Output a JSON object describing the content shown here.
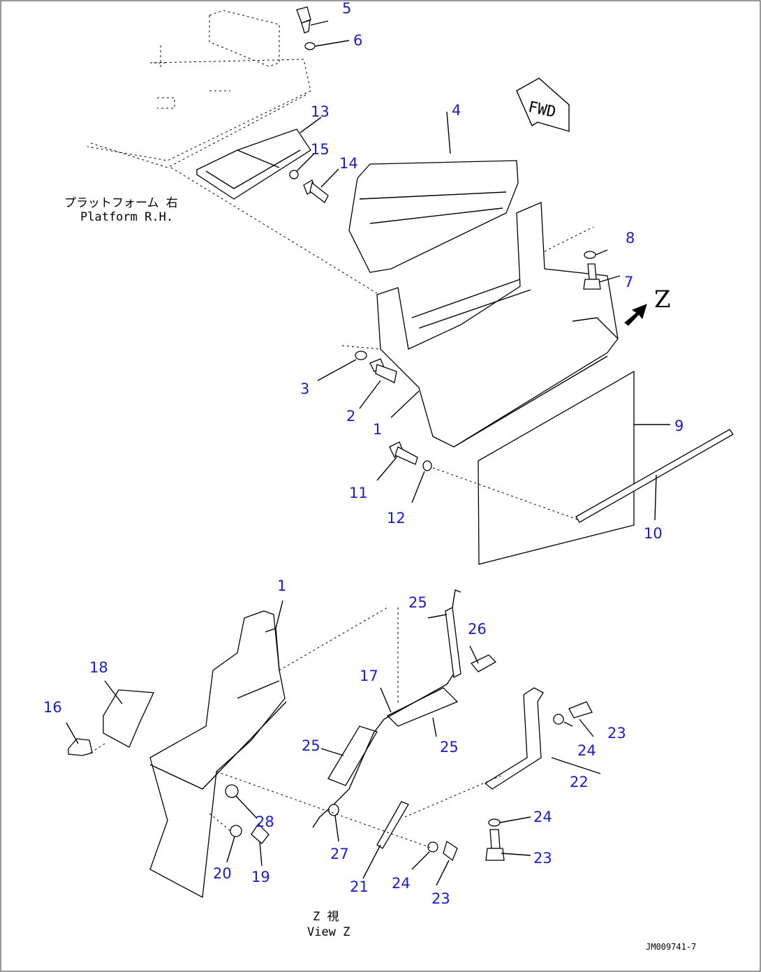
{
  "labels": {
    "n1a": "1",
    "n2": "2",
    "n3": "3",
    "n4": "4",
    "n5": "5",
    "n6": "6",
    "n7": "7",
    "n8": "8",
    "n9": "9",
    "n10": "10",
    "n11": "11",
    "n12": "12",
    "n13": "13",
    "n14": "14",
    "n15": "15",
    "n1b": "1",
    "n16": "16",
    "n17": "17",
    "n18": "18",
    "n19": "19",
    "n20": "20",
    "n21": "21",
    "n22": "22",
    "n23a": "23",
    "n23b": "23",
    "n23c": "23",
    "n24a": "24",
    "n24b": "24",
    "n24c": "24",
    "n25a": "25",
    "n25b": "25",
    "n25c": "25",
    "n26": "26",
    "n27": "27",
    "n28": "28"
  },
  "captions": {
    "platform_jp": "プラットフォーム 右",
    "platform_en": "Platform R.H.",
    "view_jp": "Z 視",
    "view_en": "View Z",
    "view_letter": "Z",
    "fwd": "FWD",
    "drawing_code": "JM009741-7"
  },
  "colors": {
    "callout": "#1a1ad6",
    "line": "#000000"
  }
}
